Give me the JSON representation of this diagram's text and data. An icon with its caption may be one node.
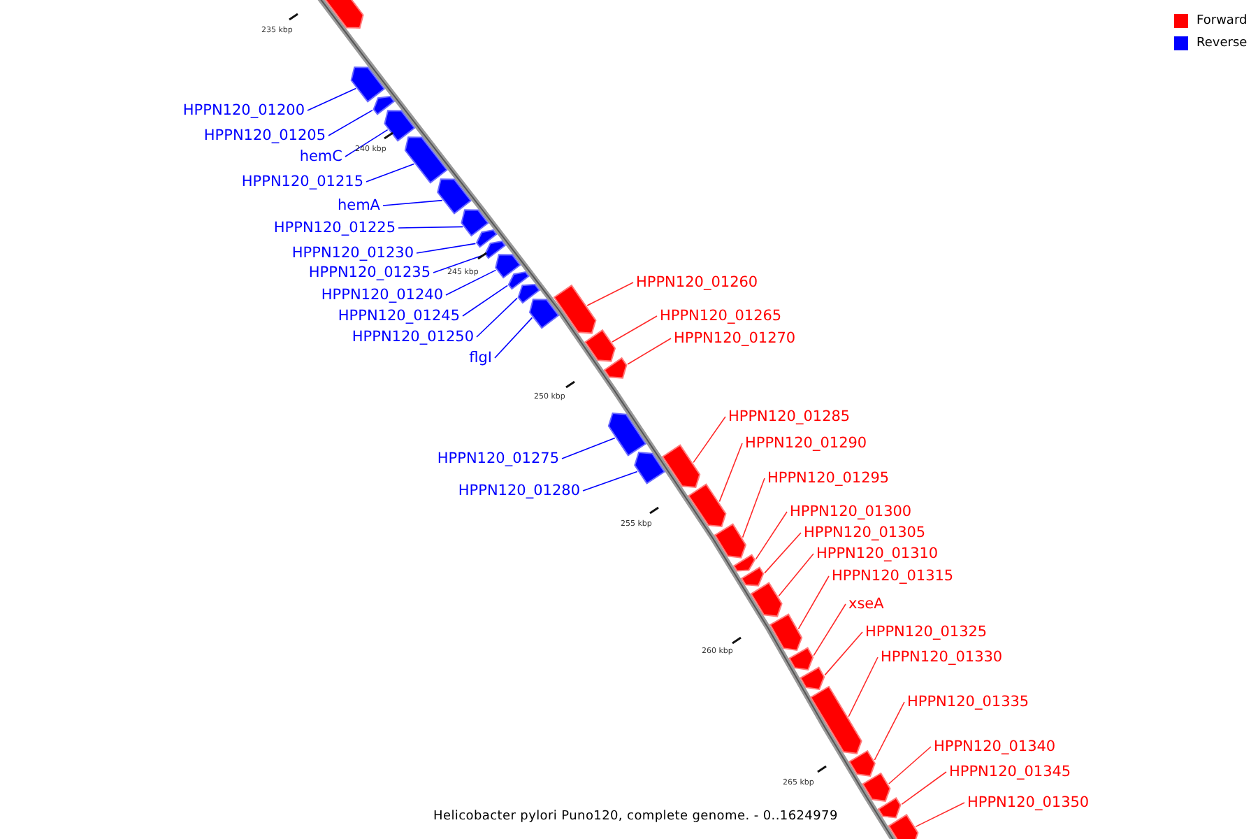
{
  "diagram": {
    "caption": "Helicobacter pylori Puno120, complete genome. - 0..1624979",
    "nodes": [
      {
        "text": [],
        "shape": "bar"
      },
      {
        "text": [
          "HPPN120_01200"
        ]
      },
      {
        "text": [],
        "shape": "bar"
      },
      {
        "text": [
          "HPPN120_01205"
        ]
      },
      {
        "text": [],
        "shape": "bar"
      },
      {
        "text": [
          "hemC"
        ]
      },
      {
        "text": [],
        "shape": "bar"
      },
      {
        "text": [
          "HPPN120_01215"
        ]
      },
      {
        "text": [],
        "shape": "bar"
      },
      {
        "text": [
          "hemA"
        ]
      },
      {
        "text": [],
        "shape": "bar"
      },
      {
        "text": [
          "HPPN120_01225"
        ]
      },
      {
        "text": [],
        "shape": "bar"
      },
      {
        "text": [
          "HPPN120_01230"
        ]
      },
      {
        "text": [],
        "shape": "bar"
      },
      {
        "text": [
          "HPPN120_01235"
        ]
      },
      {
        "text": [],
        "shape": "bar"
      },
      {
        "text": [
          "HPPN120_01240"
        ]
      },
      {
        "text": [],
        "shape": "bar"
      },
      {
        "text": [
          "HPPN120_01245"
        ]
      },
      {
        "text": [],
        "shape": "bar"
      },
      {
        "text": [
          "HPPN120_01250"
        ]
      },
      {
        "text": [],
        "shape": "bar"
      },
      {
        "text": [
          "flgI"
        ]
      },
      {
        "text": [],
        "shape": "bar"
      },
      {
        "text": [
          "HPPN120_01260"
        ]
      },
      {
        "text": [],
        "shape": "bar"
      },
      {
        "text": [
          "HPPN120_01265"
        ]
      },
      {
        "text": [],
        "shape": "bar"
      },
      {
        "text": [
          "HPPN120_01270"
        ]
      },
      {
        "text": [],
        "shape": "bar"
      },
      {
        "text": [
          "HPPN120_01275"
        ]
      },
      {
        "text": [],
        "shape": "bar"
      },
      {
        "text": [
          "HPPN120_01280"
        ]
      },
      {
        "text": [],
        "shape": "bar"
      },
      {
        "text": [
          "HPPN120_01285"
        ]
      },
      {
        "text": [],
        "shape": "bar"
      },
      {
        "text": [
          "HPPN120_01290"
        ]
      },
      {
        "text": [],
        "shape": "bar"
      },
      {
        "text": [
          "HPPN120_01295"
        ]
      },
      {
        "text": [],
        "shape": "bar"
      },
      {
        "text": [
          "HPPN120_01300"
        ]
      },
      {
        "text": [],
        "shape": "bar"
      },
      {
        "text": [
          "HPPN120_01305"
        ]
      },
      {
        "text": [],
        "shape": "bar"
      },
      {
        "text": [
          "HPPN120_01310"
        ]
      },
      {
        "text": [],
        "shape": "bar"
      },
      {
        "text": [
          "HPPN120_01315"
        ]
      },
      {
        "text": [],
        "shape": "bar"
      },
      {
        "text": [
          "xseA"
        ]
      },
      {
        "text": [],
        "shape": "bar"
      },
      {
        "text": [
          "HPPN120_01325"
        ]
      },
      {
        "text": [],
        "shape": "bar"
      },
      {
        "text": [
          "HPPN120_01330"
        ]
      },
      {
        "text": [],
        "shape": "bar"
      },
      {
        "text": [
          "HPPN120_01335"
        ]
      },
      {
        "text": [],
        "shape": "bar"
      },
      {
        "text": [
          "HPPN120_01340"
        ]
      },
      {
        "text": [],
        "shape": "bar"
      },
      {
        "text": [
          "HPPN120_01345"
        ]
      },
      {
        "text": [],
        "shape": "bar"
      },
      {
        "text": [
          "HPPN120_01350"
        ]
      },
      {
        "text": [],
        "shape": "bar"
      }
    ],
    "edges": [
      {
        "from": 1,
        "to": 2,
        "arrow": "none",
        "color": "#0000ff"
      },
      {
        "from": 3,
        "to": 4,
        "arrow": "none",
        "color": "#0000ff"
      },
      {
        "from": 5,
        "to": 6,
        "arrow": "none",
        "color": "#0000ff"
      },
      {
        "from": 7,
        "to": 8,
        "arrow": "none",
        "color": "#0000ff"
      },
      {
        "from": 9,
        "to": 10,
        "arrow": "none",
        "color": "#0000ff"
      },
      {
        "from": 11,
        "to": 12,
        "arrow": "none",
        "color": "#0000ff"
      },
      {
        "from": 13,
        "to": 14,
        "arrow": "none",
        "color": "#0000ff"
      },
      {
        "from": 15,
        "to": 16,
        "arrow": "none",
        "color": "#0000ff"
      },
      {
        "from": 17,
        "to": 18,
        "arrow": "none",
        "color": "#0000ff"
      },
      {
        "from": 19,
        "to": 20,
        "arrow": "none",
        "color": "#0000ff"
      },
      {
        "from": 21,
        "to": 22,
        "arrow": "none",
        "color": "#0000ff"
      },
      {
        "from": 23,
        "to": 24,
        "arrow": "none",
        "color": "#0000ff"
      },
      {
        "from": 25,
        "to": 26,
        "arrow": "none"
      },
      {
        "from": 27,
        "to": 28,
        "arrow": "none"
      },
      {
        "from": 29,
        "to": 30,
        "arrow": "none"
      },
      {
        "from": 31,
        "to": 32,
        "arrow": "none",
        "color": "#0000ff"
      },
      {
        "from": 33,
        "to": 34,
        "arrow": "none",
        "color": "#0000ff"
      },
      {
        "from": 35,
        "to": 36,
        "arrow": "none"
      },
      {
        "from": 37,
        "to": 38,
        "arrow": "none"
      },
      {
        "from": 39,
        "to": 40,
        "arrow": "none"
      },
      {
        "from": 41,
        "to": 42,
        "arrow": "none"
      },
      {
        "from": 43,
        "to": 44,
        "arrow": "none"
      },
      {
        "from": 45,
        "to": 46,
        "arrow": "none"
      },
      {
        "from": 47,
        "to": 48,
        "arrow": "none"
      },
      {
        "from": 49,
        "to": 50,
        "arrow": "none"
      },
      {
        "from": 51,
        "to": 52,
        "arrow": "none"
      },
      {
        "from": 53,
        "to": 54,
        "arrow": "none"
      },
      {
        "from": 55,
        "to": 56,
        "arrow": "none"
      },
      {
        "from": 57,
        "to": 58,
        "arrow": "none"
      },
      {
        "from": 59,
        "to": 60,
        "arrow": "none"
      },
      {
        "from": 61,
        "to": 62,
        "arrow": "none"
      }
    ],
    "labels": [
      "235 kbp",
      "240 kbp",
      "245 kbp",
      "250 kbp",
      "255 kbp",
      "260 kbp",
      "265 kbp"
    ],
    "legend": [
      {
        "text": "Forward",
        "color": "#ff0000"
      },
      {
        "text": "Reverse",
        "color": "#0000ff"
      }
    ]
  }
}
